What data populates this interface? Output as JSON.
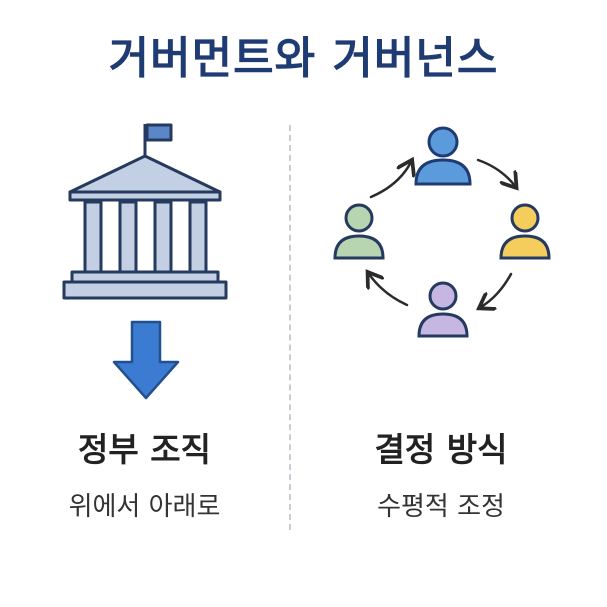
{
  "title": "거버먼트와 거버넌스",
  "left": {
    "heading": "정부 조직",
    "subtext": "위에서 아래로",
    "icons": [
      "government-building-icon",
      "down-arrow-icon"
    ]
  },
  "right": {
    "heading": "결정 방식",
    "subtext": "수평적 조정",
    "icons": [
      "blue-person-icon",
      "yellow-person-icon",
      "purple-person-icon",
      "green-person-icon",
      "cycle-arrows-icon"
    ]
  },
  "colors": {
    "title": "#1f3b73",
    "building_fill": "#c3cfe2",
    "building_stroke": "#26395f",
    "arrow_fill": "#3b7bd1",
    "person_blue": "#5b9bdc",
    "person_yellow": "#f5cd5d",
    "person_purple": "#c5b7e2",
    "person_green": "#b6d5b0"
  }
}
